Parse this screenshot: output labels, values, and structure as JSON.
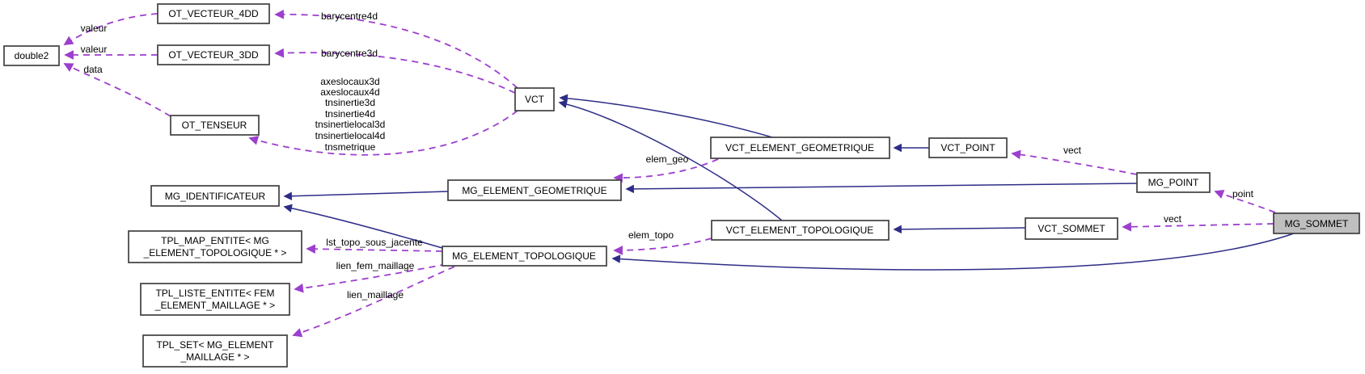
{
  "diagram": {
    "type": "collaboration-graph",
    "colors": {
      "inheritance_edge": "#2d2d87",
      "usage_edge": "#9c3fce",
      "node_border": "#404040",
      "node_fill": "#ffffff",
      "highlight_node_fill": "#bfbfbf",
      "background": "#ffffff"
    },
    "nodes": {
      "double2": {
        "label": "double2"
      },
      "ot_vecteur_4dd": {
        "label": "OT_VECTEUR_4DD"
      },
      "ot_vecteur_3dd": {
        "label": "OT_VECTEUR_3DD"
      },
      "ot_tenseur": {
        "label": "OT_TENSEUR"
      },
      "vct": {
        "label": "VCT"
      },
      "mg_identificateur": {
        "label": "MG_IDENTIFICATEUR"
      },
      "mg_element_geometrique": {
        "label": "MG_ELEMENT_GEOMETRIQUE"
      },
      "vct_element_geometrique": {
        "label": "VCT_ELEMENT_GEOMETRIQUE"
      },
      "vct_point": {
        "label": "VCT_POINT"
      },
      "mg_point": {
        "label": "MG_POINT"
      },
      "vct_element_topologique": {
        "label": "VCT_ELEMENT_TOPOLOGIQUE"
      },
      "vct_sommet": {
        "label": "VCT_SOMMET"
      },
      "mg_sommet": {
        "label": "MG_SOMMET"
      },
      "mg_element_topologique": {
        "label": "MG_ELEMENT_TOPOLOGIQUE"
      },
      "tpl_map_entite": {
        "line1": "TPL_MAP_ENTITE< MG",
        "line2": "_ELEMENT_TOPOLOGIQUE * >"
      },
      "tpl_liste_entite": {
        "line1": "TPL_LISTE_ENTITE< FEM",
        "line2": "_ELEMENT_MAILLAGE * >"
      },
      "tpl_set": {
        "line1": "TPL_SET< MG_ELEMENT",
        "line2": "_MAILLAGE * >"
      }
    },
    "edge_labels": {
      "valeur_4dd": "valeur",
      "valeur_3dd": "valeur",
      "data": "data",
      "barycentre4d": "barycentre4d",
      "barycentre3d": "barycentre3d",
      "tenseur_members": [
        "axeslocaux3d",
        "axeslocaux4d",
        "tnsinertie3d",
        "tnsinertie4d",
        "tnsinertielocal3d",
        "tnsinertielocal4d",
        "tnsmetrique"
      ],
      "elem_geo": "elem_geo",
      "elem_topo": "elem_topo",
      "vect_point": "vect",
      "point": "point",
      "vect_sommet": "vect",
      "lst_topo_sous_jacente": "lst_topo_sous_jacente",
      "lien_fem_maillage": "lien_fem_maillage",
      "lien_maillage": "lien_maillage"
    }
  }
}
